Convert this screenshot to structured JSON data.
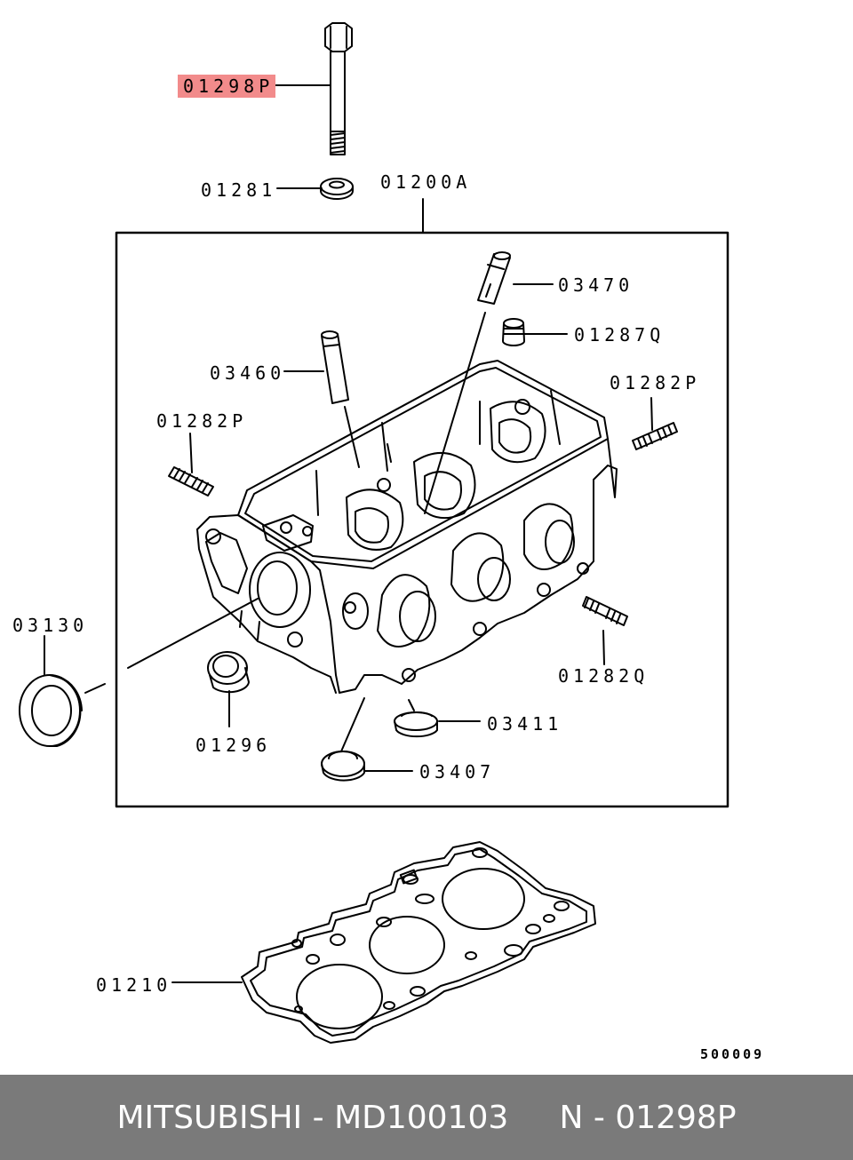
{
  "colors": {
    "highlight": "#f28b8b",
    "footer_bg": "#7a7a7a",
    "footer_text": "#ffffff",
    "line": "#000000"
  },
  "labels": {
    "p01298P": "01298P",
    "p01281": "01281",
    "p01200A": "01200A",
    "p03470": "03470",
    "p01287Q": "01287Q",
    "p03460": "03460",
    "p01282P_right": "01282P",
    "p01282P_left": "01282P",
    "p03130": "03130",
    "p01282Q": "01282Q",
    "p03411": "03411",
    "p01296": "01296",
    "p03407": "03407",
    "p01210": "01210"
  },
  "figure_number": "500009",
  "footer": {
    "brand": "MITSUBISHI",
    "separator1": " - ",
    "part_number": "MD100103",
    "gap": "     ",
    "ref_prefix": "N - ",
    "ref_code": "01298P"
  }
}
